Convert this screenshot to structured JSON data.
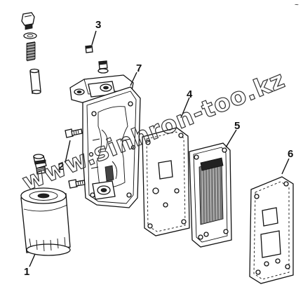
{
  "callouts": {
    "c1": "1",
    "c2": "2",
    "c3": "3",
    "c4": "4",
    "c5": "5",
    "c6": "6",
    "c7": "7"
  },
  "watermark": "www.sinhron-too.kz",
  "corner_mark": "~"
}
